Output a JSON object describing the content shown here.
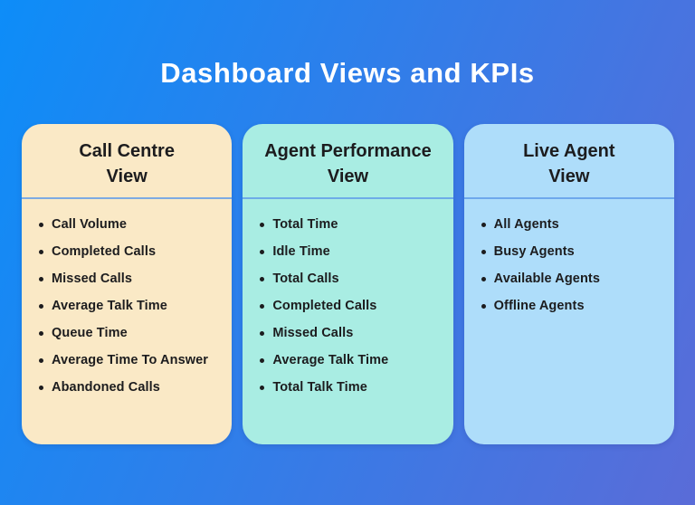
{
  "page": {
    "title": "Dashboard Views and KPIs"
  },
  "colors": {
    "background_gradient_start": "#0D8DF8",
    "background_gradient_end": "#5A6CD8",
    "divider": "#5E9BE8",
    "text": "#1C1C1E",
    "title_text": "#FFFFFF"
  },
  "cards": [
    {
      "title": "Call Centre\nView",
      "bg": "#FAE9C6",
      "items": [
        "Call Volume",
        "Completed Calls",
        "Missed Calls",
        "Average Talk Time",
        "Queue Time",
        "Average Time To Answer",
        "Abandoned Calls"
      ]
    },
    {
      "title": "Agent Performance\nView",
      "bg": "#A9EDE3",
      "items": [
        "Total Time",
        "Idle Time",
        "Total Calls",
        "Completed Calls",
        "Missed Calls",
        "Average Talk Time",
        "Total Talk Time"
      ]
    },
    {
      "title": "Live Agent\nView",
      "bg": "#AEDDFA",
      "items": [
        "All Agents",
        "Busy Agents",
        "Available Agents",
        "Offline Agents"
      ]
    }
  ]
}
